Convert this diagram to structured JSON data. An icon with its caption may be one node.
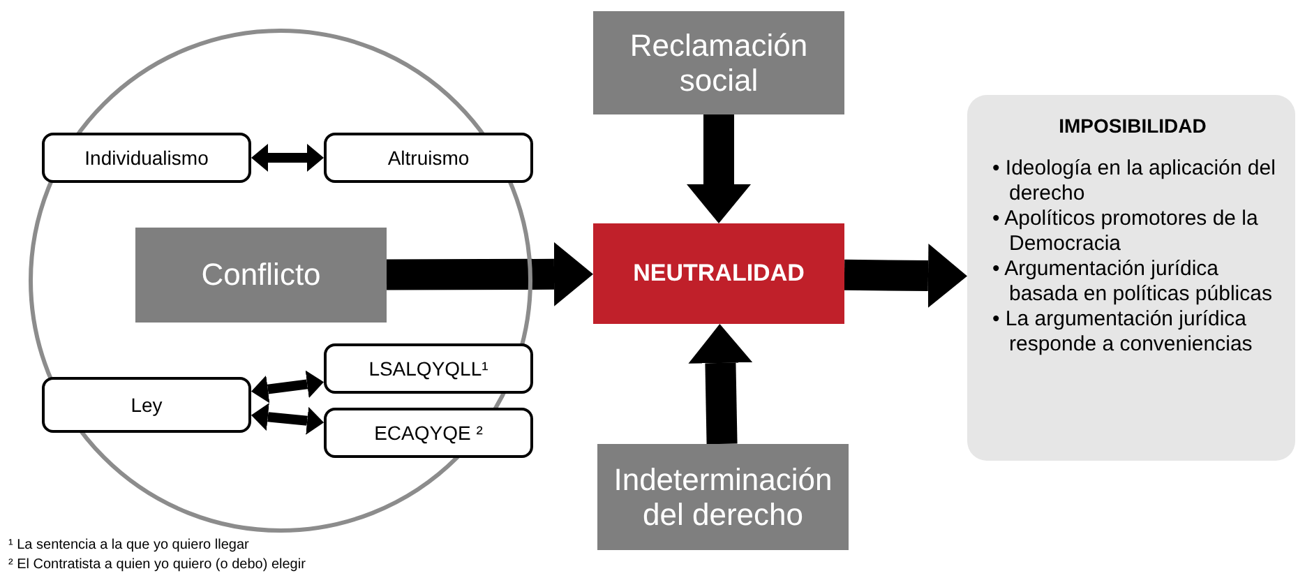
{
  "diagram": {
    "nodes": [
      {
        "text": [],
        "shape": "circle"
      },
      {
        "text": [
          "Individualismo"
        ],
        "in": 0
      },
      {
        "text": [
          "Altruismo"
        ],
        "in": 0
      },
      {
        "text": [
          "Conflicto"
        ],
        "in": 0
      },
      {
        "text": [
          "Ley"
        ],
        "in": 0
      },
      {
        "text": [
          "LSALQYQLL¹"
        ],
        "in": 0
      },
      {
        "text": [
          "ECAQYQE ²"
        ],
        "in": 0
      },
      {
        "text": [
          "Reclamación social"
        ]
      },
      {
        "text": [
          "NEUTRALIDAD"
        ]
      },
      {
        "text": [
          "Indeterminación del derecho"
        ]
      },
      {
        "text": [
          "IMPOSIBILIDAD",
          "• Ideología en la aplicación del derecho",
          "• Apolíticos promotores de la Democracia",
          "• Argumentación jurídica basada en políticas públicas",
          "• La argumentación jurídica responde a conveniencias"
        ]
      }
    ],
    "edges": [
      {
        "from": 1,
        "to": 2,
        "arrow": "both"
      },
      {
        "from": 4,
        "to": 5,
        "arrow": "both"
      },
      {
        "from": 4,
        "to": 6,
        "arrow": "both"
      },
      {
        "from": 3,
        "to": 8,
        "arrow": "to"
      },
      {
        "from": 7,
        "to": 8,
        "arrow": "to"
      },
      {
        "from": 9,
        "to": 8,
        "arrow": "to"
      },
      {
        "from": 8,
        "to": 10,
        "arrow": "to"
      }
    ],
    "labels": [
      "¹ La sentencia a la que yo quiero llegar",
      "² El Contratista a quien yo quiero (o debo) elegir"
    ]
  }
}
